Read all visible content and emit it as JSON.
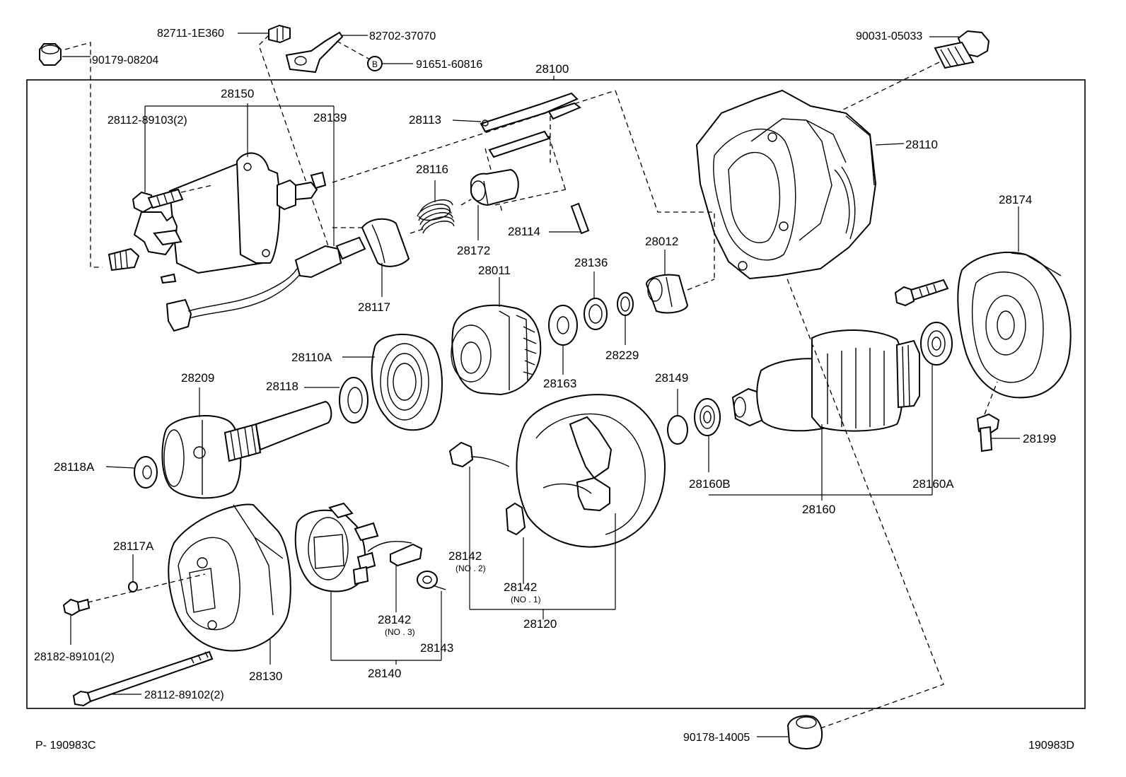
{
  "labels": {
    "l_82711_1E360": "82711-1E360",
    "l_82702_37070": "82702-37070",
    "l_91651_60816": "91651-60816",
    "l_90179_08204": "90179-08204",
    "l_90031_05033": "90031-05033",
    "l_28100": "28100",
    "l_28150": "28150",
    "l_28112_89103": "28112-89103(2)",
    "l_28139": "28139",
    "l_28113": "28113",
    "l_28116": "28116",
    "l_28172": "28172",
    "l_28114": "28114",
    "l_28117": "28117",
    "l_28110": "28110",
    "l_28174": "28174",
    "l_28012": "28012",
    "l_28136": "28136",
    "l_28011": "28011",
    "l_28229": "28229",
    "l_28163": "28163",
    "l_28110A": "28110A",
    "l_28118": "28118",
    "l_28209": "28209",
    "l_28118A": "28118A",
    "l_28149": "28149",
    "l_28160B": "28160B",
    "l_28160A": "28160A",
    "l_28160": "28160",
    "l_28199": "28199",
    "l_28117A": "28117A",
    "l_28142_no2": "28142",
    "l_28142_no1": "28142",
    "l_28142_no3": "28142",
    "l_28143": "28143",
    "l_28120": "28120",
    "l_28140": "28140",
    "l_28130": "28130",
    "l_28182_89101": "28182-89101(2)",
    "l_28112_89102": "28112-89102(2)",
    "l_90178_14005": "90178-14005",
    "l_ref_left": "P- 190983C",
    "l_ref_right": "190983D"
  },
  "notes": {
    "no2": "(NO . 2)",
    "no1": "(NO . 1)",
    "no3": "(NO . 3)"
  },
  "markers": {
    "circle_b": "B"
  }
}
